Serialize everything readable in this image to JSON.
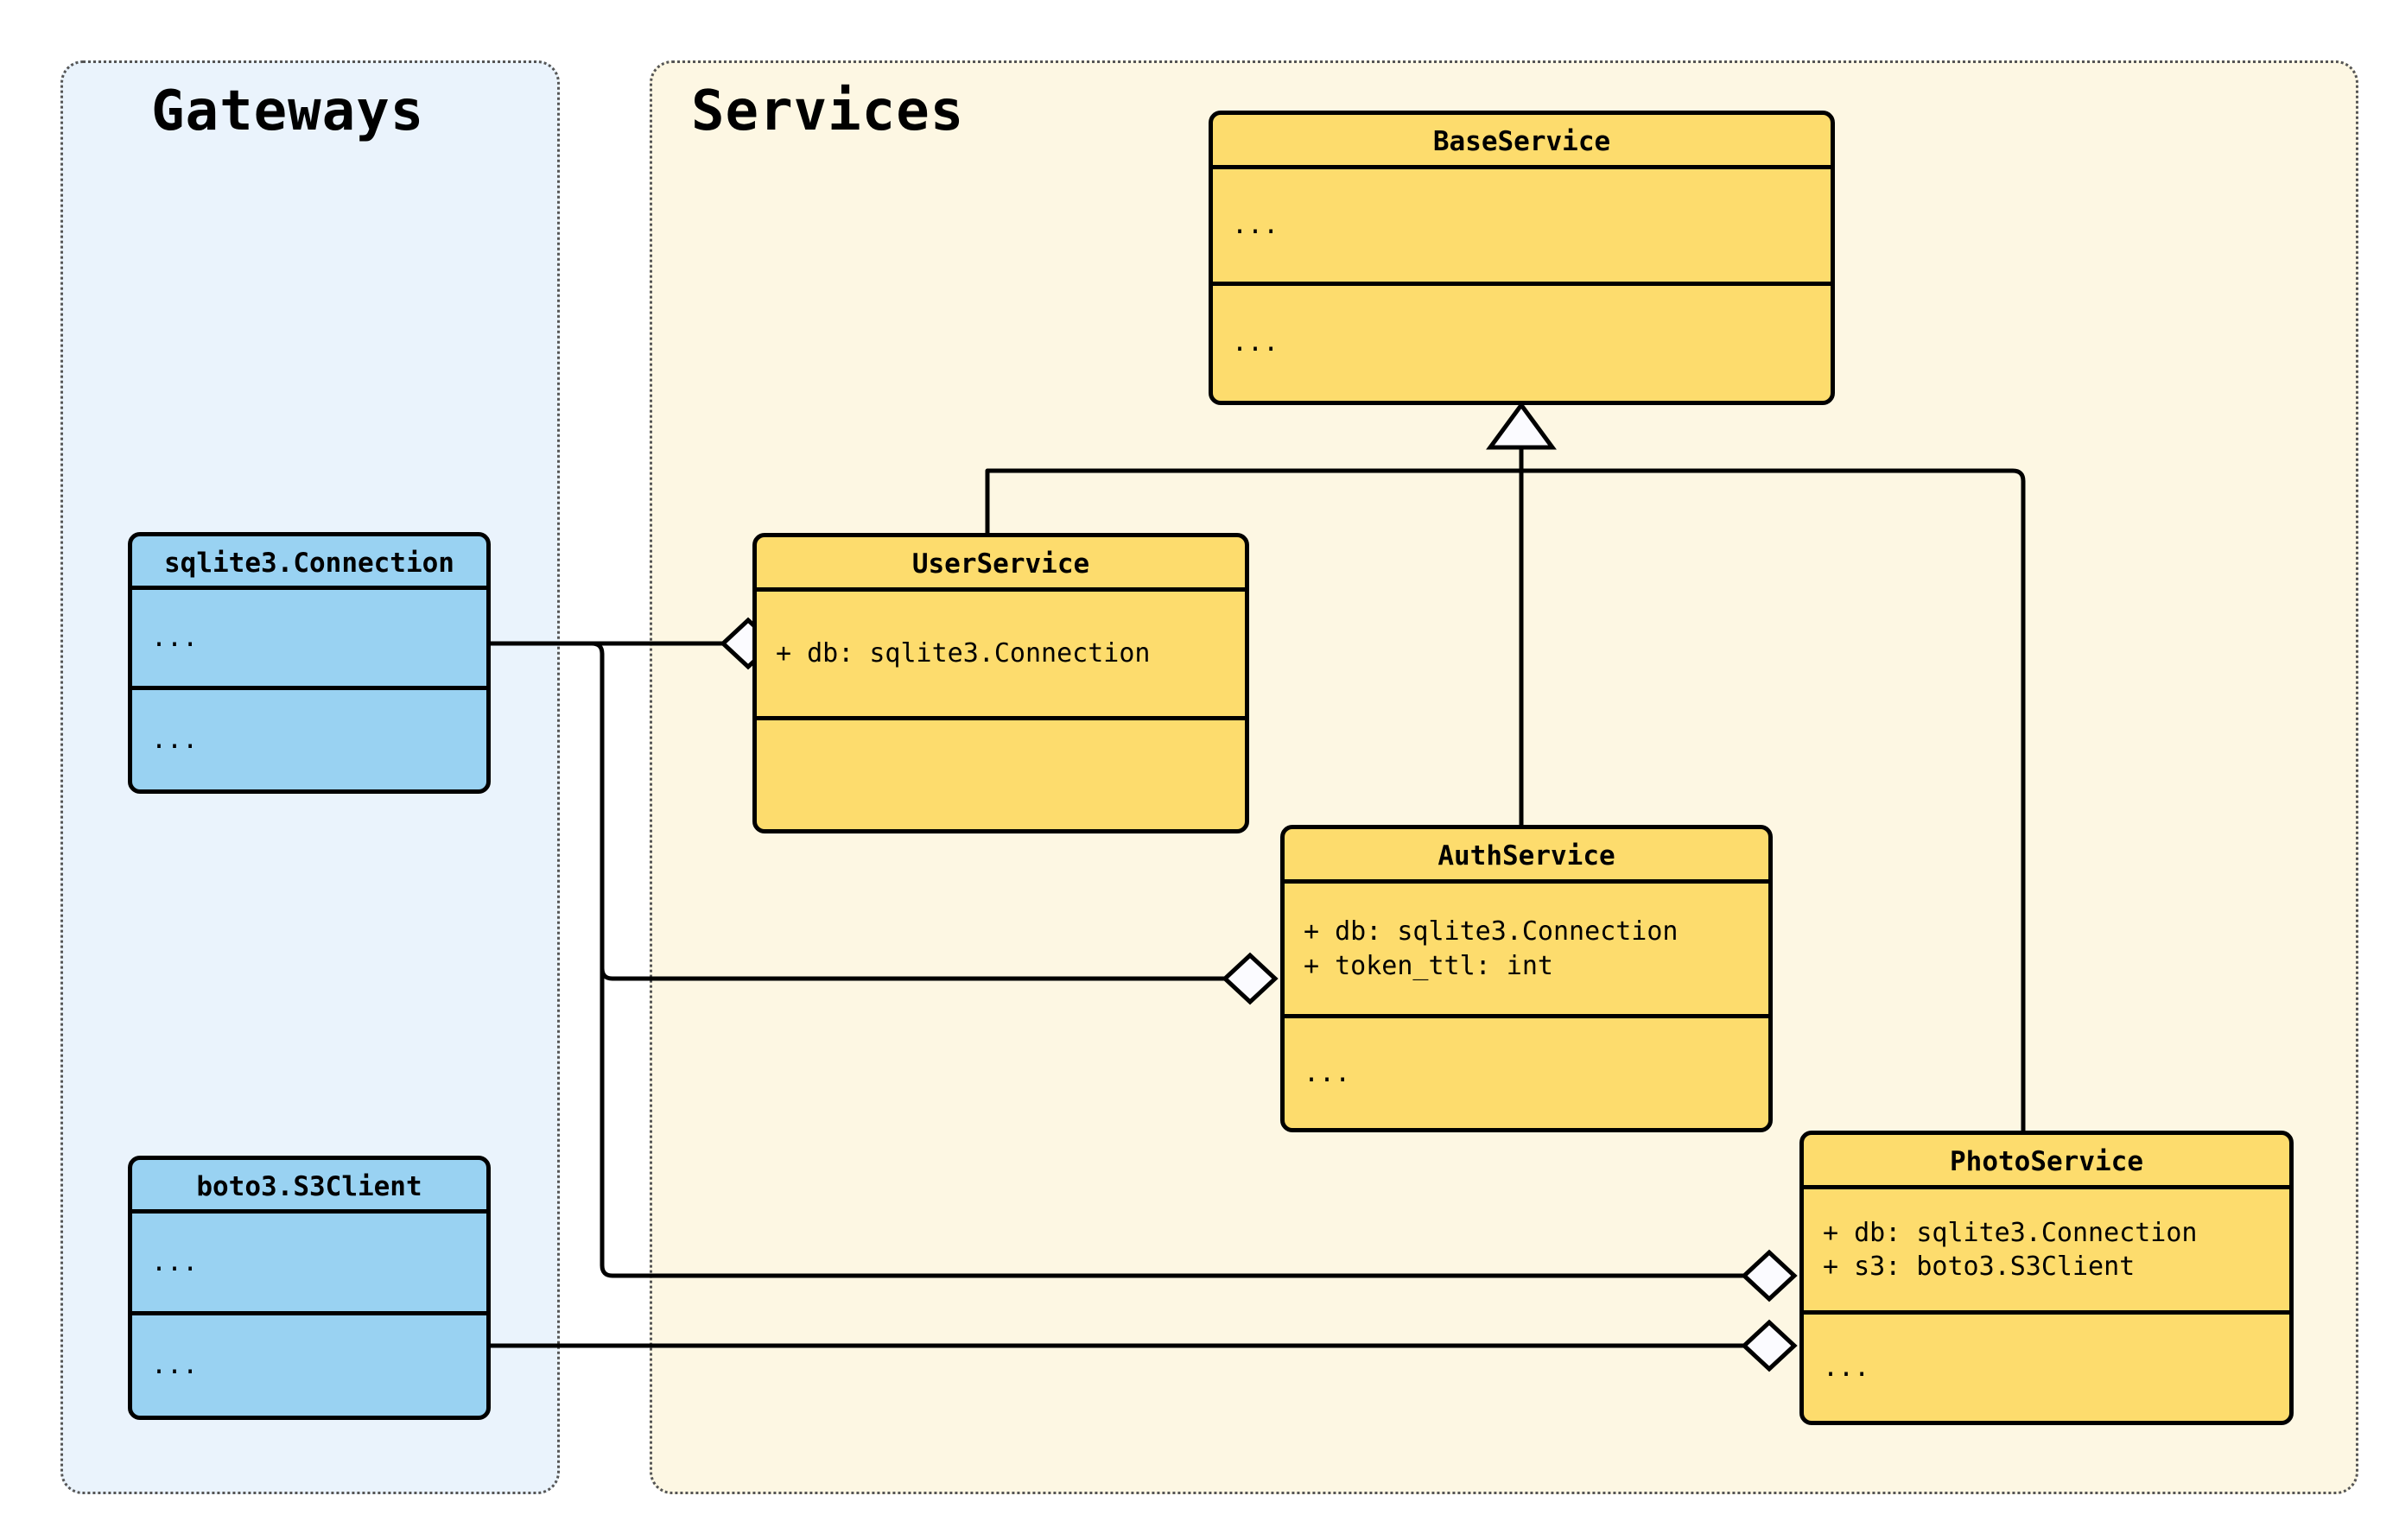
{
  "diagram": {
    "type": "uml-class-diagram",
    "packages": [
      {
        "id": "gateways",
        "title": "Gateways",
        "fill": "#EAF3FC",
        "border": "#555555"
      },
      {
        "id": "services",
        "title": "Services",
        "fill": "#FDF7E3",
        "border": "#555555"
      }
    ],
    "classes": {
      "sqlite": {
        "name": "sqlite3.Connection",
        "package": "gateways",
        "fill": "#99D2F2",
        "attributes": [
          "..."
        ],
        "methods": [
          "..."
        ]
      },
      "boto3": {
        "name": "boto3.S3Client",
        "package": "gateways",
        "fill": "#99D2F2",
        "attributes": [
          "..."
        ],
        "methods": [
          "..."
        ]
      },
      "base": {
        "name": "BaseService",
        "package": "services",
        "fill": "#FDDC6D",
        "attributes": [
          "..."
        ],
        "methods": [
          "..."
        ]
      },
      "user": {
        "name": "UserService",
        "package": "services",
        "fill": "#FDDC6D",
        "attributes": [
          "+ db: sqlite3.Connection"
        ],
        "methods": [
          ""
        ]
      },
      "auth": {
        "name": "AuthService",
        "package": "services",
        "fill": "#FDDC6D",
        "attributes": [
          "+ db: sqlite3.Connection",
          "+ token_ttl: int"
        ],
        "methods": [
          "..."
        ]
      },
      "photo": {
        "name": "PhotoService",
        "package": "services",
        "fill": "#FDDC6D",
        "attributes": [
          "+ db: sqlite3.Connection",
          "+ s3: boto3.S3Client"
        ],
        "methods": [
          "..."
        ]
      }
    },
    "relations": [
      {
        "kind": "generalization",
        "from": "user",
        "to": "base",
        "marker": "hollow-triangle"
      },
      {
        "kind": "generalization",
        "from": "auth",
        "to": "base",
        "marker": "hollow-triangle"
      },
      {
        "kind": "generalization",
        "from": "photo",
        "to": "base",
        "marker": "hollow-triangle"
      },
      {
        "kind": "aggregation",
        "from": "sqlite",
        "to": "user",
        "marker": "hollow-diamond"
      },
      {
        "kind": "aggregation",
        "from": "sqlite",
        "to": "auth",
        "marker": "hollow-diamond"
      },
      {
        "kind": "aggregation",
        "from": "sqlite",
        "to": "photo",
        "marker": "hollow-diamond"
      },
      {
        "kind": "aggregation",
        "from": "boto3",
        "to": "photo",
        "marker": "hollow-diamond"
      }
    ]
  }
}
